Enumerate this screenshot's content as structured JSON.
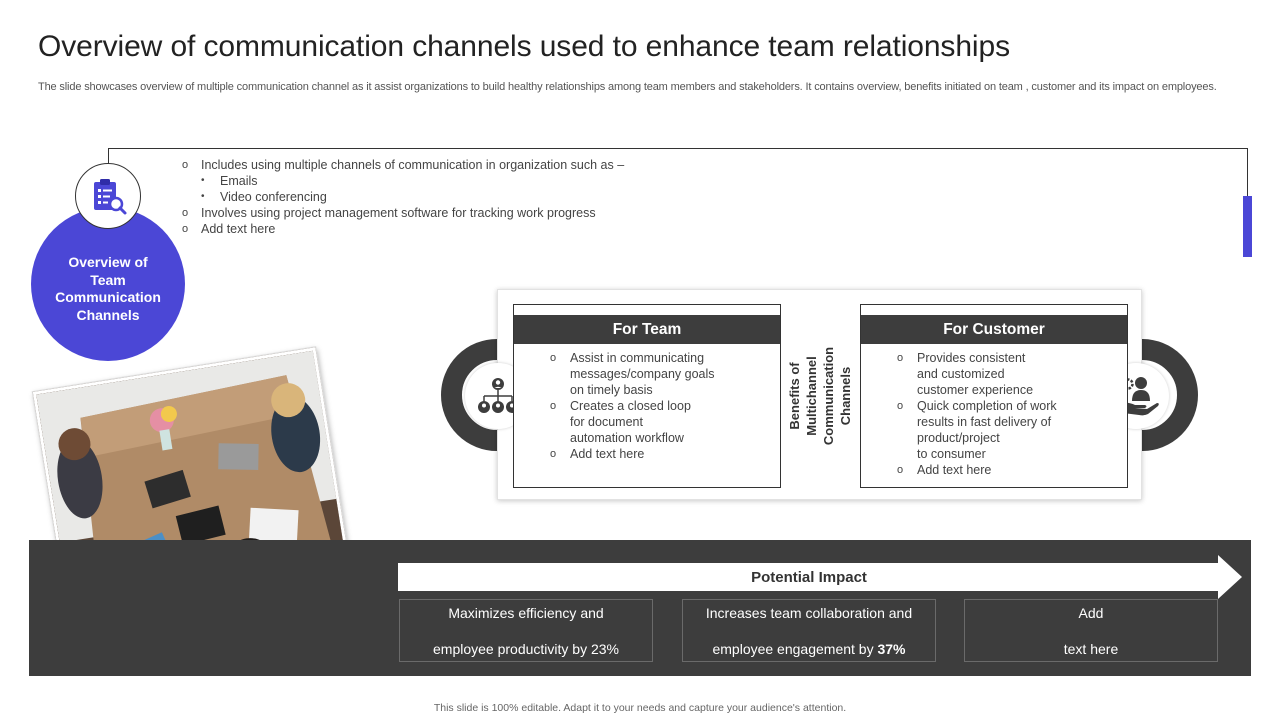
{
  "slide": {
    "title": "Overview of communication channels used to enhance team relationships",
    "subtitle": "The slide showcases overview of multiple communication channel as it assist organizations to build healthy relationships among team members and stakeholders. It contains overview, benefits initiated on team , customer and its impact on employees."
  },
  "overview": {
    "label": "Overview of\nTeam\nCommunication\nChannels",
    "icon": "clipboard-search-icon",
    "bullets": [
      {
        "text": "Includes using multiple channels of communication in organization such as –",
        "sub": [
          "Emails",
          "Video conferencing"
        ]
      },
      {
        "text": "Involves  using project management software for tracking work progress",
        "sub": []
      },
      {
        "text": "Add text here",
        "sub": []
      }
    ]
  },
  "benefits": {
    "vertical_label": "Benefits of Multichannel\nCommunication Channels",
    "team": {
      "title": "For Team",
      "icon": "team-hierarchy-icon",
      "items": [
        "Assist in communicating\nmessages/company goals\non timely basis",
        "Creates a closed loop\nfor document\nautomation workflow",
        "Add text here"
      ]
    },
    "customer": {
      "title": "For Customer",
      "icon": "customer-hand-gear-icon",
      "items": [
        "Provides consistent\nand customized\ncustomer experience",
        "Quick completion of work\nresults in fast delivery  of\nproduct/project\nto consumer",
        "Add text here"
      ]
    }
  },
  "impact": {
    "title": "Potential Impact",
    "boxes": [
      {
        "line1": "Maximizes efficiency and",
        "line2_pre": "employee productivity by 23%",
        "line2_bold": ""
      },
      {
        "line1": "Increases team collaboration and",
        "line2_pre": "employee engagement by ",
        "line2_bold": "37%"
      },
      {
        "line1": "Add",
        "line2_pre": "text here",
        "line2_bold": ""
      }
    ]
  },
  "footer": "This slide is 100% editable.  Adapt it to your needs and capture your audience's attention.",
  "colors": {
    "accent": "#4b47d6",
    "dark": "#3d3d3d"
  }
}
